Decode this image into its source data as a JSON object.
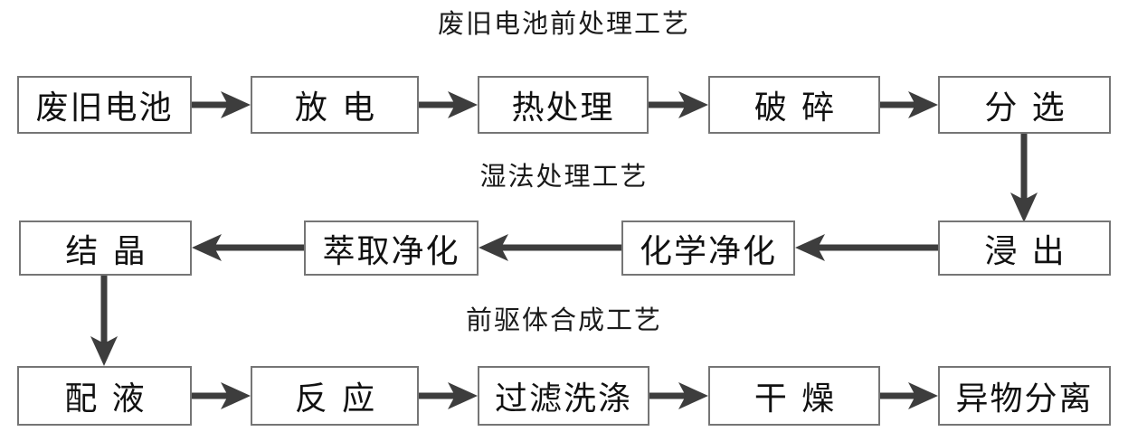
{
  "diagram": {
    "title_overall": "",
    "sections": [
      {
        "title": "废旧电池前处理工艺",
        "direction": "left-to-right",
        "steps": [
          "废旧电池",
          "放电",
          "热处理",
          "破碎",
          "分选"
        ]
      },
      {
        "title": "湿法处理工艺",
        "direction": "right-to-left",
        "steps": [
          "浸出",
          "化学净化",
          "萃取净化",
          "结晶"
        ]
      },
      {
        "title": "前驱体合成工艺",
        "direction": "left-to-right",
        "steps": [
          "配液",
          "反应",
          "过滤洗涤",
          "干燥",
          "异物分离"
        ]
      }
    ],
    "inter_section_links": [
      {
        "from": "分选",
        "to": "浸出"
      },
      {
        "from": "结晶",
        "to": "配液"
      }
    ],
    "colors": {
      "box_fill": "#ffffff",
      "box_border": "#757575",
      "text": "#111111",
      "arrow": "#3d3d3d",
      "background": "#ffffff"
    }
  }
}
